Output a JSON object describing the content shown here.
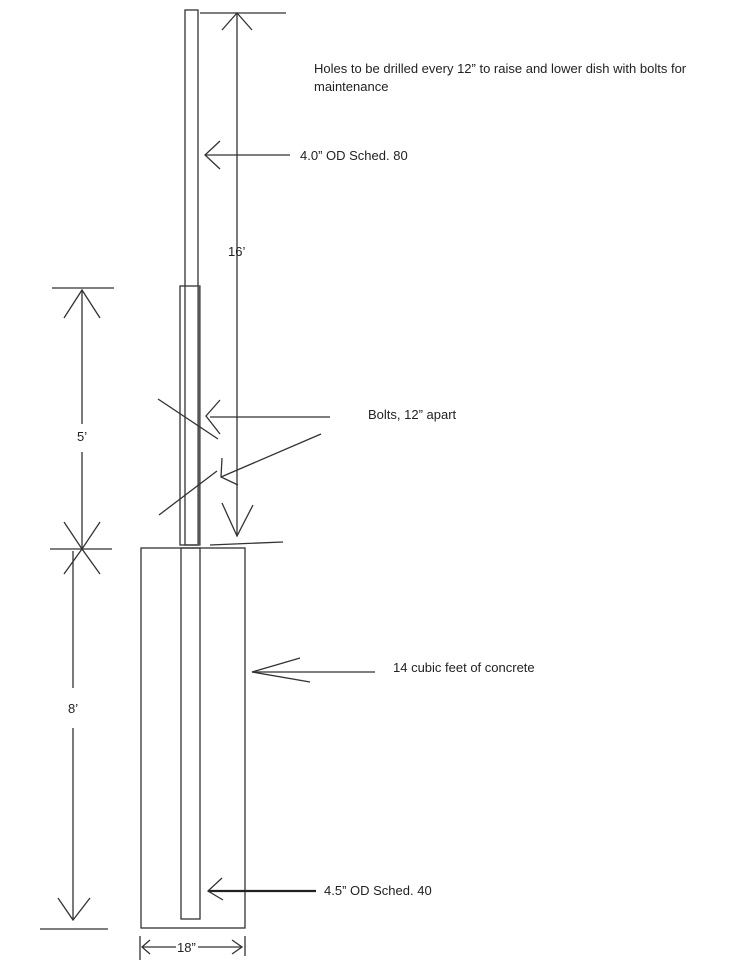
{
  "notes": {
    "holes_line1": "Holes to be drilled every 12” to raise and lower dish with bolts for",
    "holes_line2": "maintenance"
  },
  "labels": {
    "upper_pipe": "4.0” OD Sched. 80",
    "bolts": "Bolts, 12” apart",
    "concrete": "14 cubic feet of concrete",
    "lower_pipe": "4.5” OD Sched. 40"
  },
  "dimensions": {
    "upper_length": "16’",
    "sleeve_length": "5’",
    "buried_depth": "8’",
    "footing_width": "18”"
  }
}
